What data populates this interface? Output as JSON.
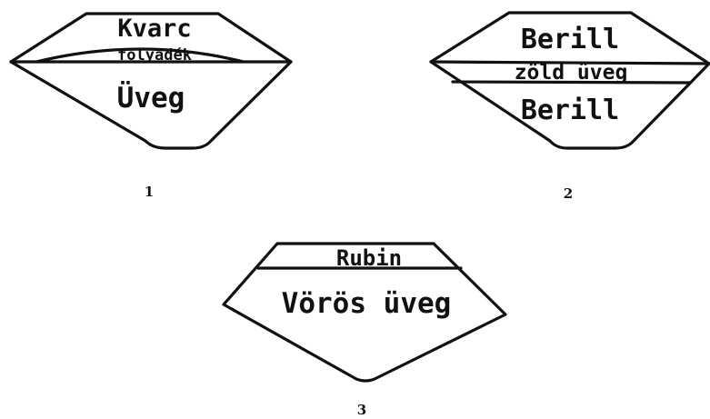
{
  "figures": [
    {
      "number": "1",
      "labels": {
        "top": "Kvarc",
        "band": "folyadék",
        "bottom": "Üveg"
      }
    },
    {
      "number": "2",
      "labels": {
        "top": "Berill",
        "band": "zöld üveg",
        "bottom": "Berill"
      }
    },
    {
      "number": "3",
      "labels": {
        "top": "Rubin",
        "bottom": "Vörös üveg"
      }
    }
  ]
}
